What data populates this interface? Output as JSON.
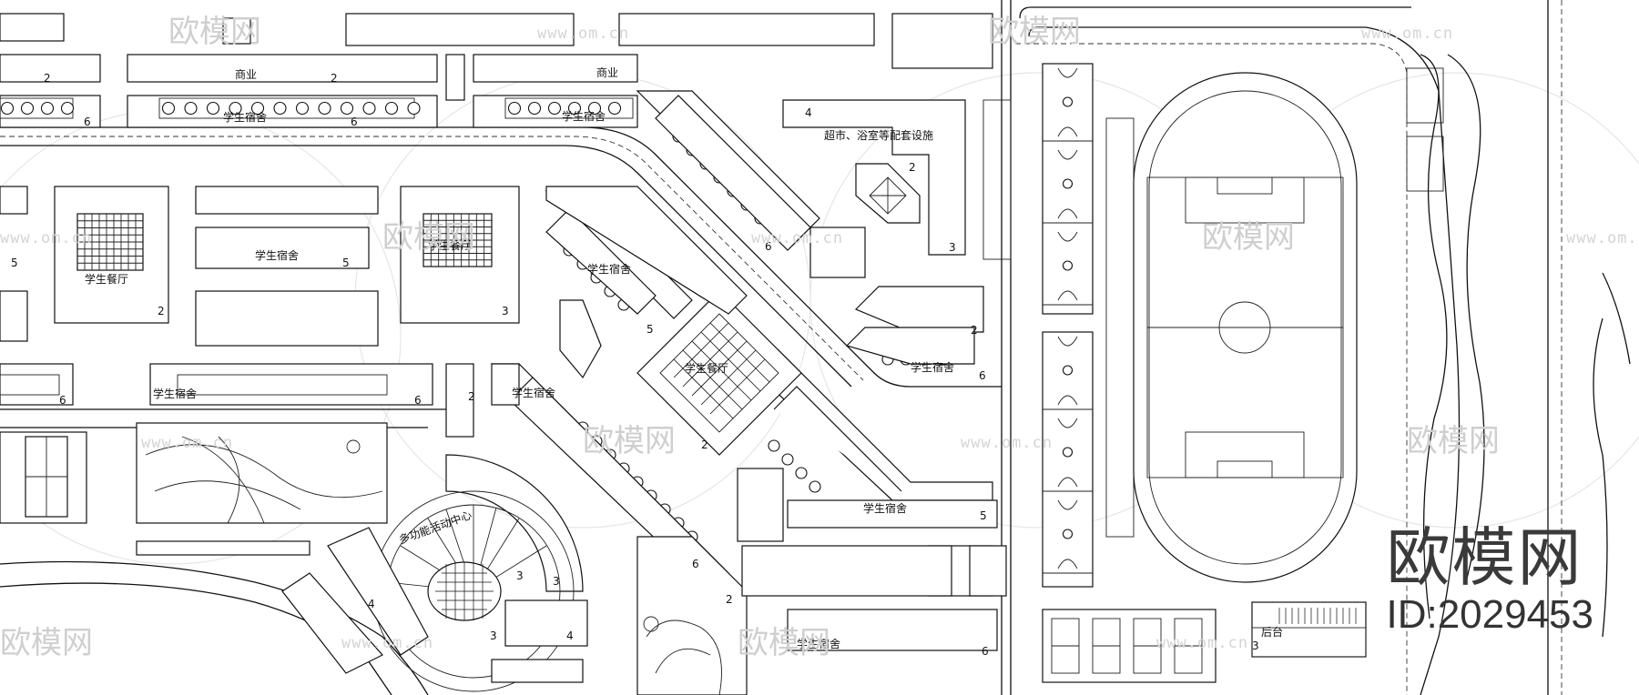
{
  "labels": {
    "commerce": "商业",
    "dorm": "学生宿舍",
    "canteen": "学生餐厅",
    "supermarket": "超市、浴室等配套设施",
    "activity_center": "多功能活动中心",
    "stage": "后台"
  },
  "floor_numbers": {
    "two": "2",
    "three": "3",
    "four": "4",
    "five": "5",
    "six": "6"
  },
  "watermark": {
    "brand": "欧模网",
    "url": "www.om.cn"
  },
  "badge": {
    "brand": "欧模网",
    "id": "ID:2029453"
  },
  "colors": {
    "line": "#111111",
    "watermark": "#cfcfcf",
    "badge_text": "#3a3a3a"
  }
}
